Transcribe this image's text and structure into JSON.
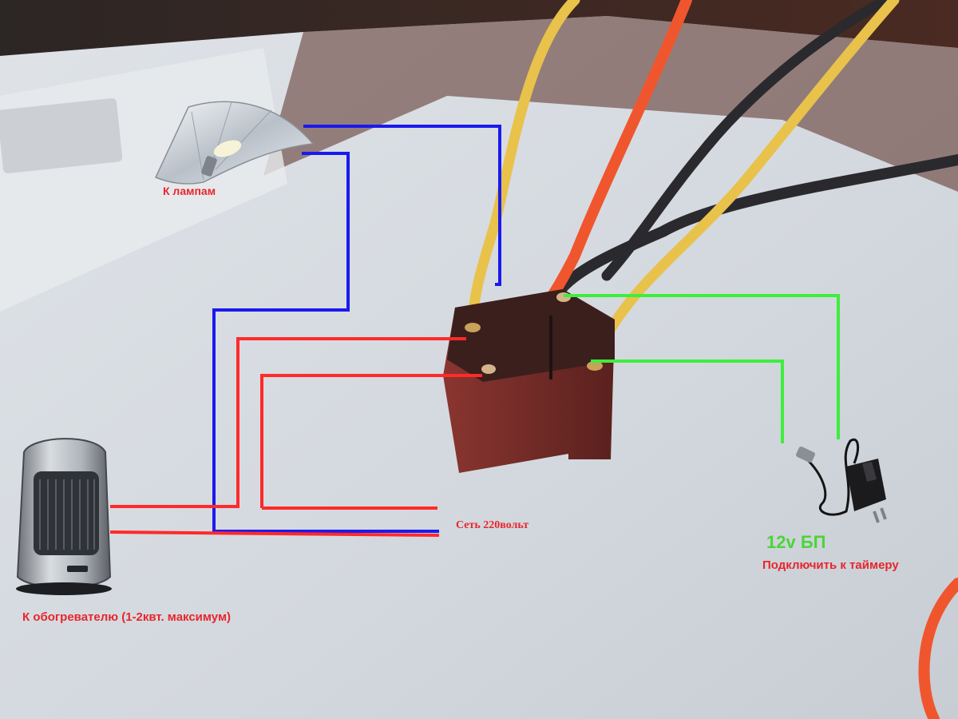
{
  "labels": {
    "lamps": "К лампам",
    "mains": "Сеть 220вольт",
    "psu": "12v БП",
    "timer": "Подключить к таймеру",
    "heater": "К обогревателю (1-2квт. максимум)"
  },
  "colors": {
    "label_red": "#e8262b",
    "label_green": "#4cd43a",
    "wire_blue": "#1a1aee",
    "wire_red": "#ff2a2a",
    "wire_green": "#3dee3d",
    "relay_body": "#6b2824",
    "solder_wire_yellow": "#e8c24a",
    "solder_wire_orange": "#f0562e",
    "solder_wire_black": "#2a2a2e"
  },
  "icons": {
    "lamp": "grow-lamp-reflector-icon",
    "heater": "fan-heater-icon",
    "psu": "power-adapter-icon",
    "relay": "relay-module-icon"
  }
}
